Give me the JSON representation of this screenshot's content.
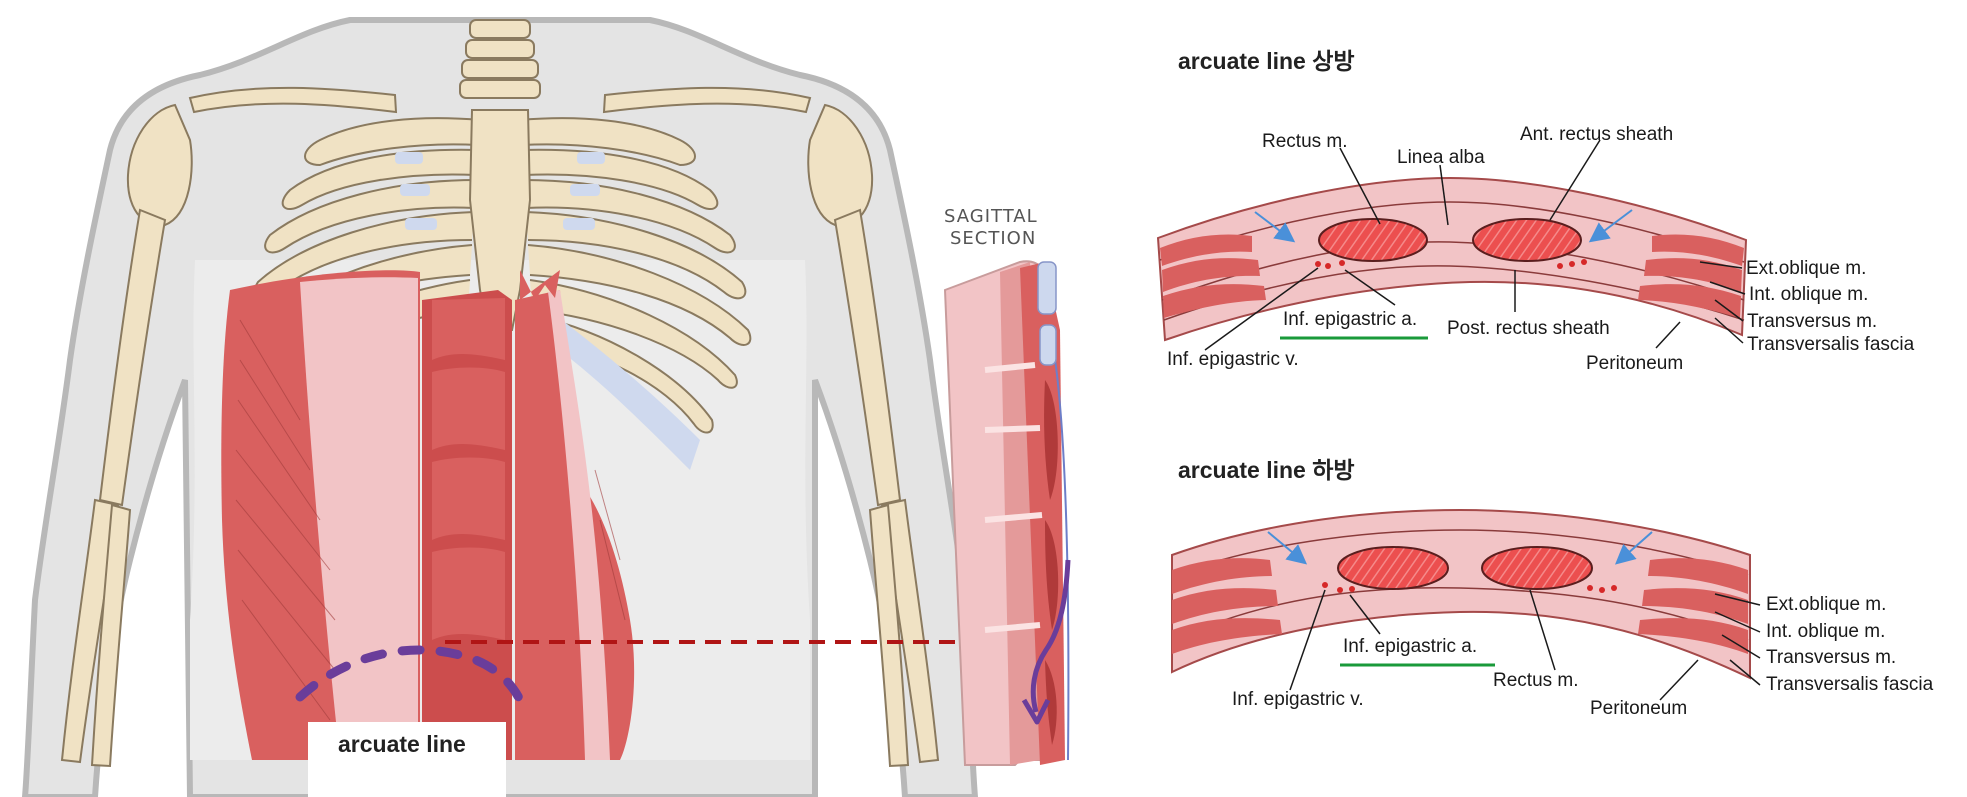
{
  "figure": {
    "arcuate_label": "arcuate line",
    "sagittal_label": [
      "SAGITTAL",
      "SECTION"
    ]
  },
  "top_panel": {
    "heading": "arcuate line 상방",
    "labels": {
      "rectus": "Rectus m.",
      "linea_alba": "Linea alba",
      "ant_sheath": "Ant. rectus sheath",
      "ext_oblique": "Ext.oblique m.",
      "int_oblique": "Int. oblique m.",
      "transversus": "Transversus m.",
      "transversalis": "Transversalis fascia",
      "peritoneum": "Peritoneum",
      "post_sheath": "Post. rectus sheath",
      "inf_epi_a": "Inf. epigastric a.",
      "inf_epi_v": "Inf. epigastric v."
    }
  },
  "bottom_panel": {
    "heading": "arcuate line 하방",
    "labels": {
      "ext_oblique": "Ext.oblique m.",
      "int_oblique": "Int. oblique m.",
      "transversus": "Transversus m.",
      "transversalis": "Transversalis fascia",
      "peritoneum": "Peritoneum",
      "rectus": "Rectus m.",
      "inf_epi_a": "Inf. epigastric a.",
      "inf_epi_v": "Inf. epigastric v."
    }
  },
  "colors": {
    "muscle": "#d9605f",
    "muscle_dark": "#b8403f",
    "muscle_light": "#f2c4c6",
    "bone": "#f0e2c4",
    "bone_outline": "#8a7a5f",
    "skin": "#e2e2e2",
    "arrow_red": "#b01515",
    "arcuate_purple": "#6a3d9a",
    "underline_green": "#1a9a3a",
    "pointer_blue": "#4a90d9"
  }
}
